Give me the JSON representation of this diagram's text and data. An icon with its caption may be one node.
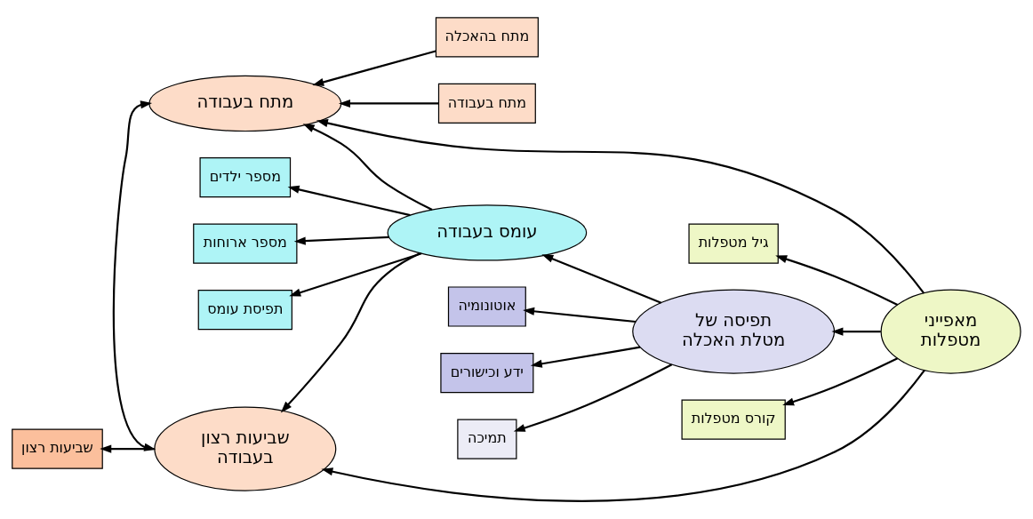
{
  "diagram": {
    "nodes": [
      {
        "text": [
          "מתח בהאכלה"
        ]
      },
      {
        "text": [
          "מתח בעבודה"
        ]
      },
      {
        "text": [
          "מתח בעבודה"
        ]
      },
      {
        "text": [
          "מספר ילדים"
        ]
      },
      {
        "text": [
          "מספר ארוחות"
        ]
      },
      {
        "text": [
          "תפיסת עומס"
        ]
      },
      {
        "text": [
          "גיל מטפלות"
        ]
      },
      {
        "text": [
          "עומס בעבודה"
        ]
      },
      {
        "text": [
          "תפיסה של מטלת האכלה"
        ]
      },
      {
        "text": [
          "מאפייני מטפלות"
        ]
      },
      {
        "text": [
          "קורס מטפלות"
        ]
      },
      {
        "text": [
          "שביעות רצון בעבודה"
        ]
      },
      {
        "text": [
          "אוטונומיה"
        ]
      },
      {
        "text": [
          "ידע וכישורים"
        ]
      },
      {
        "text": [
          "תמיכה"
        ]
      },
      {
        "text": [
          "שביעות רצון"
        ]
      }
    ],
    "edges": [
      {
        "from": 0,
        "to": 2,
        "arrow": "to"
      },
      {
        "from": 1,
        "to": 2,
        "arrow": "to"
      },
      {
        "from": 7,
        "to": 3,
        "arrow": "to"
      },
      {
        "from": 7,
        "to": 4,
        "arrow": "to"
      },
      {
        "from": 7,
        "to": 5,
        "arrow": "to"
      },
      {
        "from": 9,
        "to": 6,
        "arrow": "to"
      },
      {
        "from": 9,
        "to": 2,
        "arrow": "to"
      },
      {
        "from": 7,
        "to": 2,
        "arrow": "to"
      },
      {
        "from": 8,
        "to": 7,
        "arrow": "to"
      },
      {
        "from": 9,
        "to": 8,
        "arrow": "to"
      },
      {
        "from": 9,
        "to": 10,
        "arrow": "to"
      },
      {
        "from": 7,
        "to": 11,
        "arrow": "to"
      },
      {
        "from": 9,
        "to": 11,
        "arrow": "to"
      },
      {
        "from": 8,
        "to": 12,
        "arrow": "to"
      },
      {
        "from": 8,
        "to": 13,
        "arrow": "to"
      },
      {
        "from": 8,
        "to": 14,
        "arrow": "to"
      },
      {
        "from": 2,
        "to": 11,
        "arrow": "both"
      },
      {
        "from": 11,
        "to": 15,
        "arrow": "to"
      }
    ]
  }
}
